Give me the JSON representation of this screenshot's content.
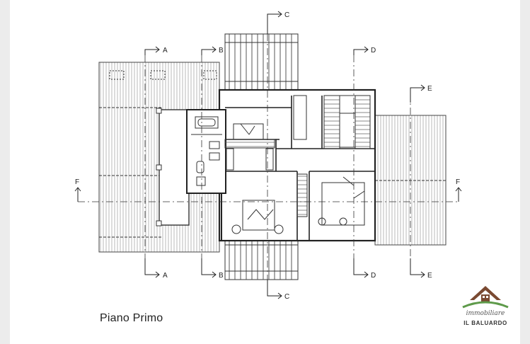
{
  "caption": "Piano Primo",
  "logo": {
    "script": "immobiliare",
    "name": "IL BALUARDO"
  },
  "section_labels": {
    "a": "A",
    "b": "B",
    "c": "C",
    "d": "D",
    "e": "E",
    "f": "F"
  },
  "colors": {
    "line": "#333333",
    "logo_brown": "#7a4a32",
    "logo_green": "#5e9a4a"
  }
}
